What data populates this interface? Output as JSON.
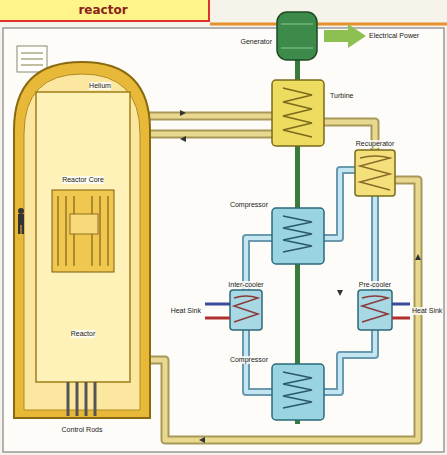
{
  "diagram": {
    "title": "reactor",
    "labels": [
      "Generator",
      "Electrical Power",
      "Turbine",
      "Recuperator",
      "Compressor",
      "Inter-cooler",
      "Heat Sink",
      "Pre-cooler",
      "Heat Sink",
      "Compressor",
      "Helium",
      "Reactor Core",
      "Reactor",
      "Control Rods"
    ]
  }
}
